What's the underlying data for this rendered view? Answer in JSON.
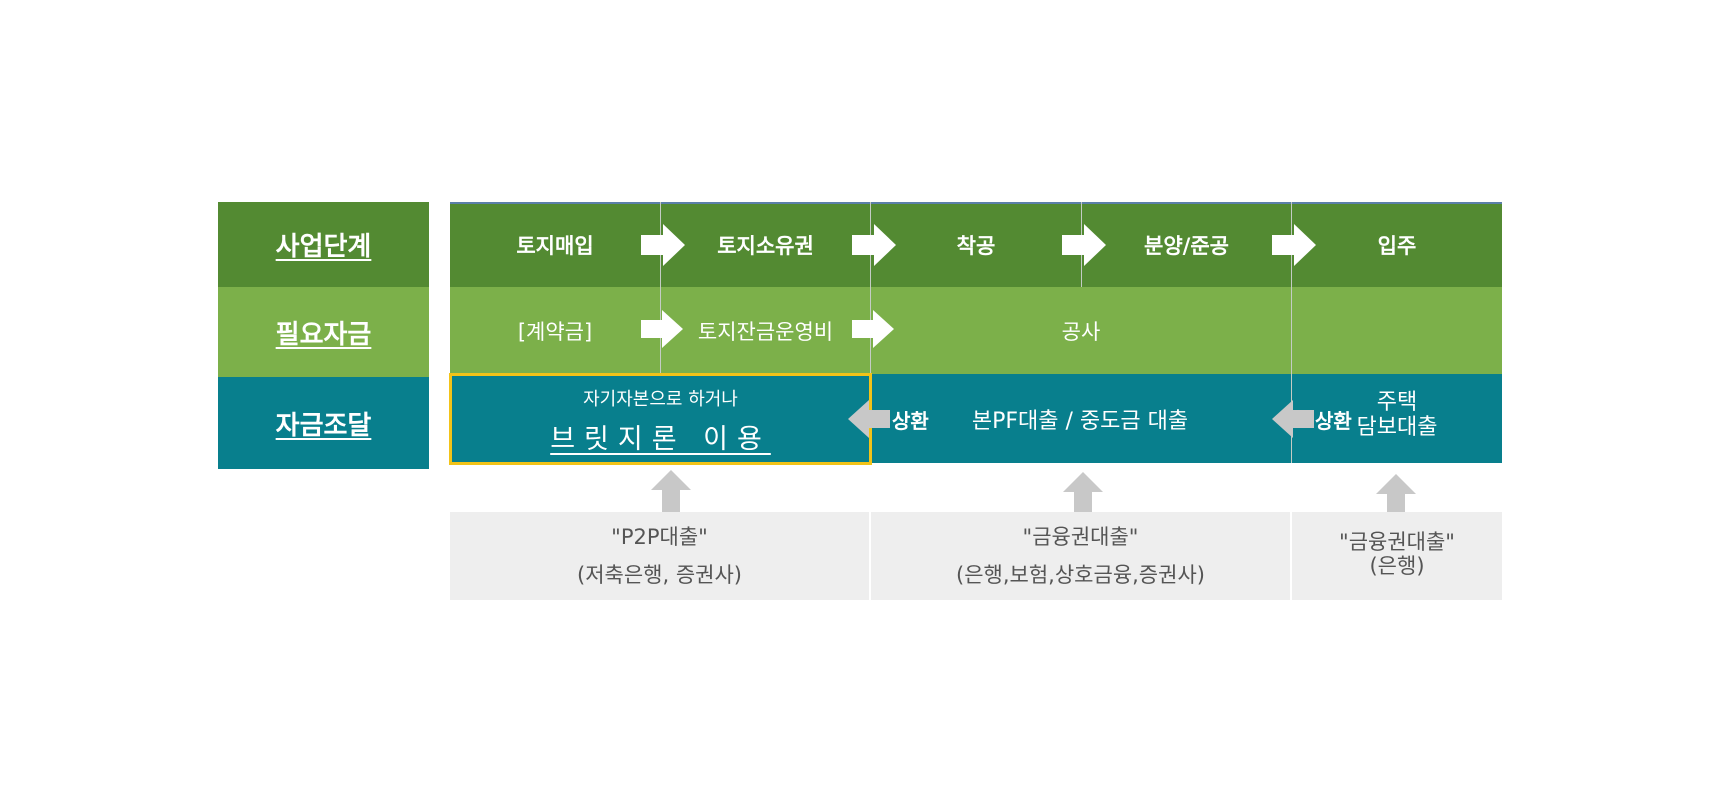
{
  "row_labels": [
    "사업단계",
    "필요자금",
    "자금조달"
  ],
  "stages": [
    "토지매입",
    "토지소유권",
    "착공",
    "분양/준공",
    "입주"
  ],
  "required_funds": {
    "deposit": "[계약금]",
    "land_balance": "토지잔금운영비",
    "construction": "공사"
  },
  "financing": {
    "equity_text": "자기자본으로 하거나",
    "bridge_text": "브릿지론 이용",
    "repay_label": "상환",
    "main_pf": "본PF대출 / 중도금 대출",
    "mortgage_line1": "주택",
    "mortgage_line2": "담보대출"
  },
  "sources": [
    {
      "title": "\"P2P대출\"",
      "detail": "(저축은행, 증권사)"
    },
    {
      "title": "\"금융권대출\"",
      "detail": "(은행,보험,상호금융,증권사)"
    },
    {
      "title": "\"금융권대출\"",
      "detail": "(은행)"
    }
  ],
  "colors": {
    "dark_green": "#538a32",
    "light_green": "#7cb04a",
    "teal": "#087f8d",
    "highlight_border": "#f2c318",
    "source_bg": "#eeeeee",
    "arrow_white": "#ffffff",
    "arrow_gray": "#c8c8c8"
  }
}
